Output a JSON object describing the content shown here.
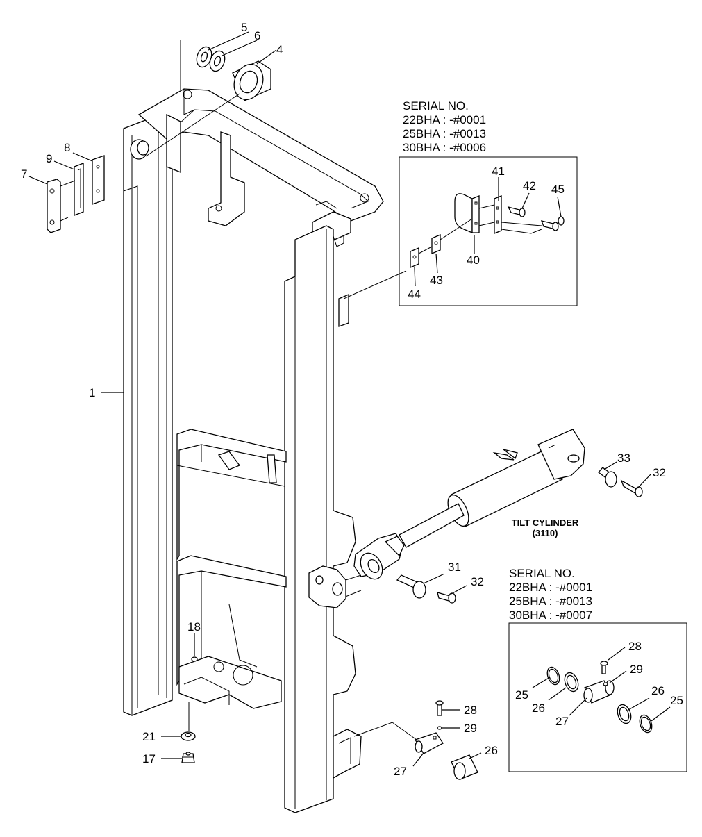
{
  "serial_top": {
    "heading": "SERIAL NO.",
    "line1": "22BHA : -#0001",
    "line2": "25BHA : -#0013",
    "line3": "30BHA : -#0006"
  },
  "serial_bottom": {
    "heading": "SERIAL NO.",
    "line1": "22BHA : -#0001",
    "line2": "25BHA : -#0013",
    "line3": "30BHA : -#0007"
  },
  "tilt_cylinder": {
    "name": "TILT CYLINDER",
    "code": "(3110)"
  },
  "callouts": {
    "p1": "1",
    "p4": "4",
    "p5": "5",
    "p6": "6",
    "p7": "7",
    "p8": "8",
    "p9": "9",
    "p17": "17",
    "p18": "18",
    "p21": "21",
    "p26a": "26",
    "p27a": "27",
    "p28a": "28",
    "p29a": "29",
    "p31": "31",
    "p32a": "32",
    "p32b": "32",
    "p33": "33",
    "p40": "40",
    "p41": "41",
    "p42": "42",
    "p43": "43",
    "p44": "44",
    "p45": "45",
    "p25a": "25",
    "p25b": "25",
    "p26b": "26",
    "p26c": "26",
    "p27b": "27",
    "p28b": "28",
    "p29b": "29"
  }
}
